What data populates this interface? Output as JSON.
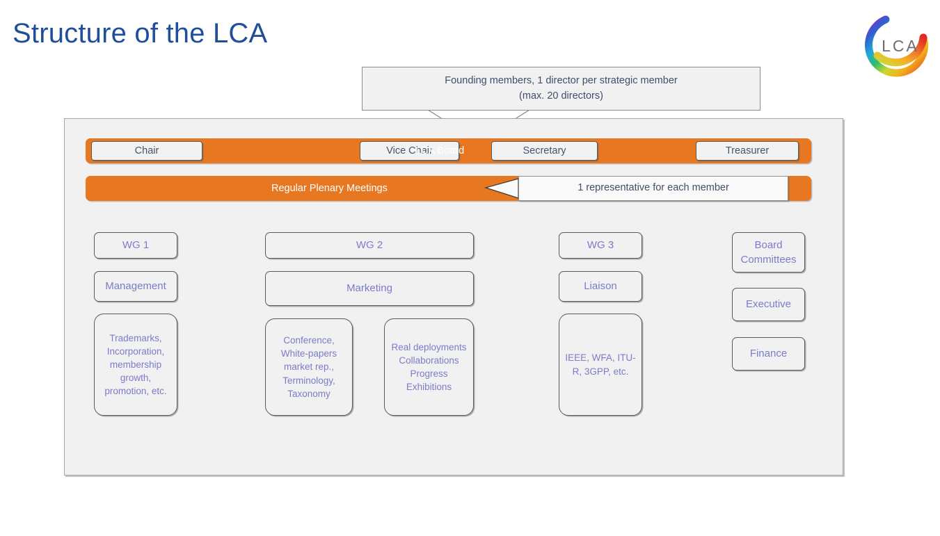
{
  "slide": {
    "title": "Structure of the LCA",
    "title_color": "#1F4E9C"
  },
  "logo": {
    "name": "lca-rainbow-logo",
    "text": "LCA",
    "text_color": "#6E6E70",
    "arc_colors": [
      "#8E2FBE",
      "#2F5FD0",
      "#1FA8D8",
      "#2FBF6A",
      "#C8D82F",
      "#F2B21A",
      "#EE7722",
      "#E32024"
    ]
  },
  "board": {
    "bar_label": "LCA Board",
    "bar_color": "#E87722",
    "roles": [
      {
        "label": "Chair"
      },
      {
        "label": "Vice Chair"
      },
      {
        "label": "Secretary"
      },
      {
        "label": "Treasurer"
      }
    ],
    "callout_line1": "Founding members, 1 director per strategic member",
    "callout_line2": "(max. 20 directors)"
  },
  "plenary": {
    "bar_label": "Regular Plenary Meetings",
    "callout": "1 representative for each member"
  },
  "working_groups": [
    {
      "head": "WG 1",
      "name": "Management",
      "details": [
        "Trademarks, Incorporation, membership growth, promotion, etc."
      ]
    },
    {
      "head": "WG 2",
      "name": "Marketing",
      "details": [
        "Conference, White-papers market rep., Terminology, Taxonomy",
        "Real deployments Collaborations Progress Exhibitions"
      ]
    },
    {
      "head": "WG 3",
      "name": "Liaison",
      "details": [
        "IEEE, WFA, ITU-R, 3GPP, etc."
      ]
    }
  ],
  "committees": {
    "head": "Board Committees",
    "items": [
      {
        "label": "Executive"
      },
      {
        "label": "Finance"
      }
    ]
  }
}
